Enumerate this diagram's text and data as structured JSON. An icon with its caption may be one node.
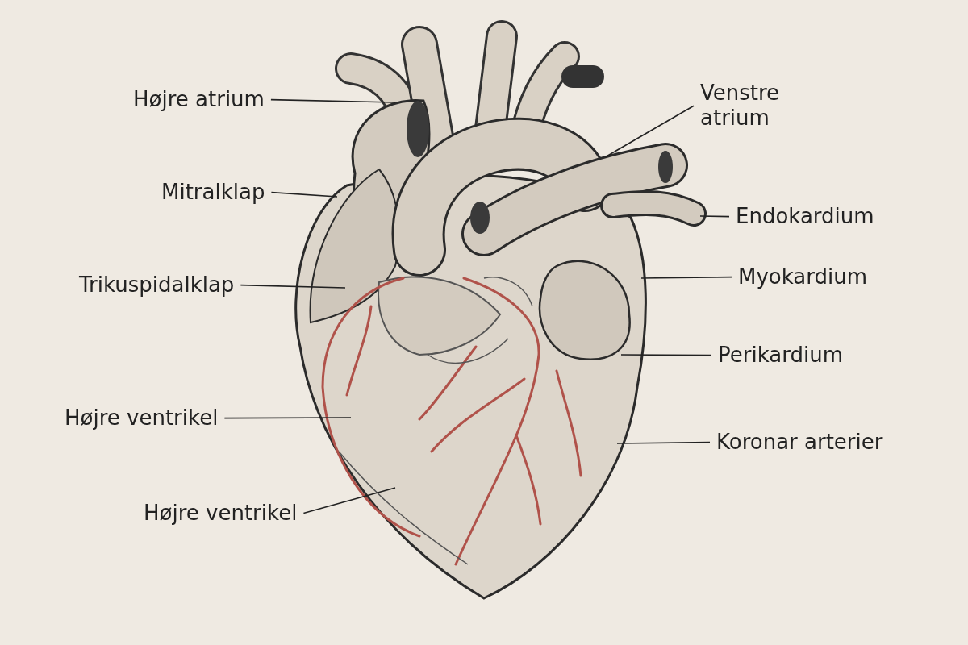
{
  "diagram": {
    "nodes": [
      {
        "text": [
          "Højre atrium"
        ]
      },
      {
        "text": [
          "Venstre atrium"
        ]
      },
      {
        "text": [
          "Mitralklap"
        ]
      },
      {
        "text": [
          "Endokardium"
        ]
      },
      {
        "text": [
          "Trikuspidalklap"
        ]
      },
      {
        "text": [
          "Myokardium"
        ]
      },
      {
        "text": [
          "Perikardium"
        ]
      },
      {
        "text": [
          "Højre ventrikel"
        ]
      },
      {
        "text": [
          "Koronar arterier"
        ]
      },
      {
        "text": [
          "Højre ventrikel"
        ]
      }
    ],
    "edges": [
      {
        "from": 0,
        "to": null,
        "arrow": "none"
      },
      {
        "from": 1,
        "to": null,
        "arrow": "none"
      },
      {
        "from": 2,
        "to": null,
        "arrow": "none"
      },
      {
        "from": 3,
        "to": null,
        "arrow": "none"
      },
      {
        "from": 4,
        "to": null,
        "arrow": "none"
      },
      {
        "from": 5,
        "to": null,
        "arrow": "none"
      },
      {
        "from": 6,
        "to": null,
        "arrow": "none"
      },
      {
        "from": 7,
        "to": null,
        "arrow": "none"
      },
      {
        "from": 8,
        "to": null,
        "arrow": "none"
      },
      {
        "from": 9,
        "to": null,
        "arrow": "none"
      }
    ]
  }
}
